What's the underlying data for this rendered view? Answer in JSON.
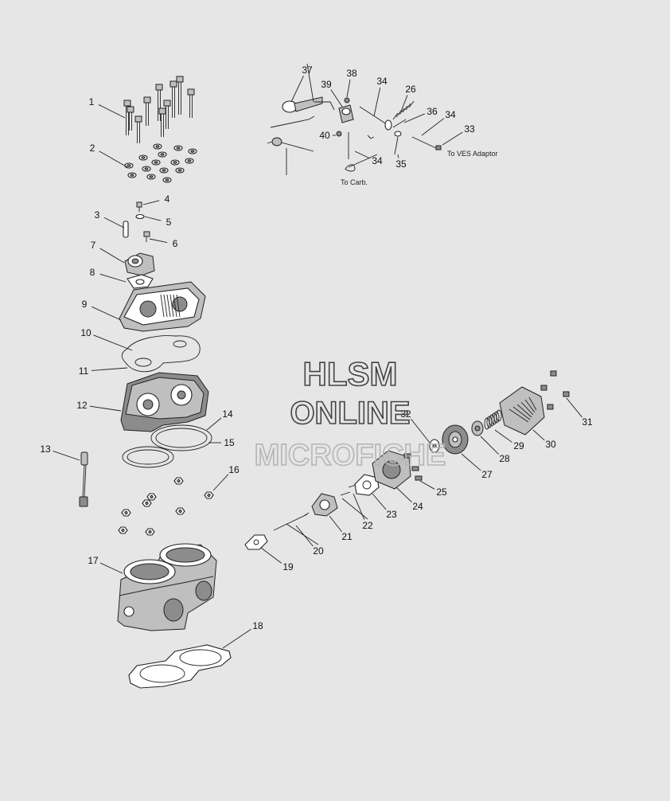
{
  "watermark": {
    "line1": "HLSM",
    "line2": "ONLINE",
    "line3": "MICROFICHE",
    "color": "#444444",
    "faded_color": "#b5b5b5"
  },
  "notes": {
    "ves": "To VES Adaptor",
    "carb": "To Carb."
  },
  "callouts": [
    {
      "id": "1",
      "label": "1"
    },
    {
      "id": "2",
      "label": "2"
    },
    {
      "id": "3",
      "label": "3"
    },
    {
      "id": "4",
      "label": "4"
    },
    {
      "id": "5",
      "label": "5"
    },
    {
      "id": "6",
      "label": "6"
    },
    {
      "id": "7",
      "label": "7"
    },
    {
      "id": "8",
      "label": "8"
    },
    {
      "id": "9",
      "label": "9"
    },
    {
      "id": "10",
      "label": "10"
    },
    {
      "id": "11",
      "label": "11"
    },
    {
      "id": "12",
      "label": "12"
    },
    {
      "id": "13",
      "label": "13"
    },
    {
      "id": "14",
      "label": "14"
    },
    {
      "id": "15",
      "label": "15"
    },
    {
      "id": "16",
      "label": "16"
    },
    {
      "id": "17",
      "label": "17"
    },
    {
      "id": "18",
      "label": "18"
    },
    {
      "id": "19",
      "label": "19"
    },
    {
      "id": "20",
      "label": "20"
    },
    {
      "id": "21",
      "label": "21"
    },
    {
      "id": "22",
      "label": "22"
    },
    {
      "id": "23",
      "label": "23"
    },
    {
      "id": "24",
      "label": "24"
    },
    {
      "id": "25",
      "label": "25"
    },
    {
      "id": "26",
      "label": "26"
    },
    {
      "id": "27",
      "label": "27"
    },
    {
      "id": "28",
      "label": "28"
    },
    {
      "id": "29",
      "label": "29"
    },
    {
      "id": "30",
      "label": "30"
    },
    {
      "id": "31",
      "label": "31"
    },
    {
      "id": "32",
      "label": "32"
    },
    {
      "id": "33",
      "label": "33"
    },
    {
      "id": "34a",
      "label": "34"
    },
    {
      "id": "34b",
      "label": "34"
    },
    {
      "id": "34c",
      "label": "34"
    },
    {
      "id": "35",
      "label": "35"
    },
    {
      "id": "36",
      "label": "36"
    },
    {
      "id": "37",
      "label": "37"
    },
    {
      "id": "38",
      "label": "38"
    },
    {
      "id": "39",
      "label": "39"
    },
    {
      "id": "40",
      "label": "40"
    }
  ]
}
